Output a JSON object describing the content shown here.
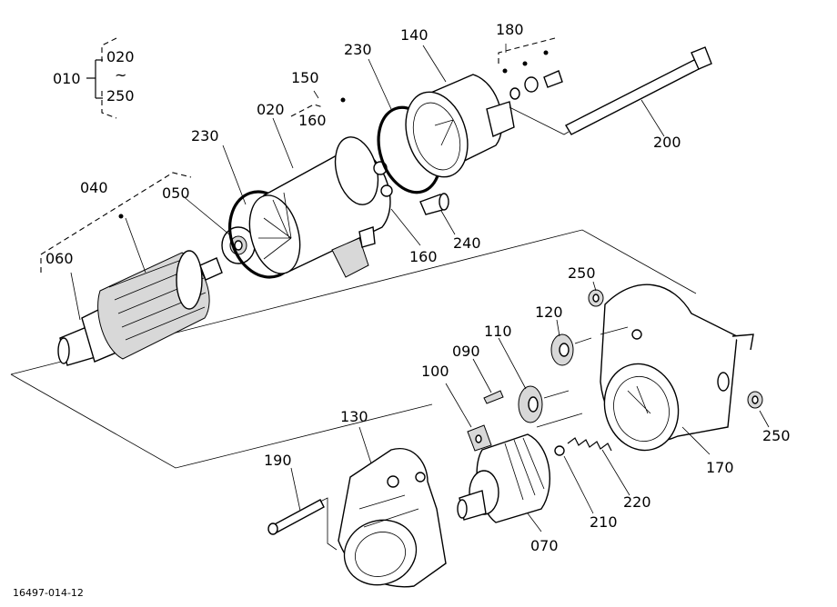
{
  "labels": {
    "010": "010",
    "020a": "020",
    "tilde": "~",
    "250a": "250",
    "020b": "020",
    "150": "150",
    "160a": "160",
    "230a": "230",
    "140": "140",
    "180": "180",
    "230b": "230",
    "040": "040",
    "050": "050",
    "060": "060",
    "200": "200",
    "160b": "160",
    "240": "240",
    "250b": "250",
    "120": "120",
    "110": "110",
    "090": "090",
    "100": "100",
    "130": "130",
    "190": "190",
    "170": "170",
    "250c": "250",
    "220": "220",
    "210": "210",
    "070": "070"
  },
  "reference_code": "16497-014-12"
}
